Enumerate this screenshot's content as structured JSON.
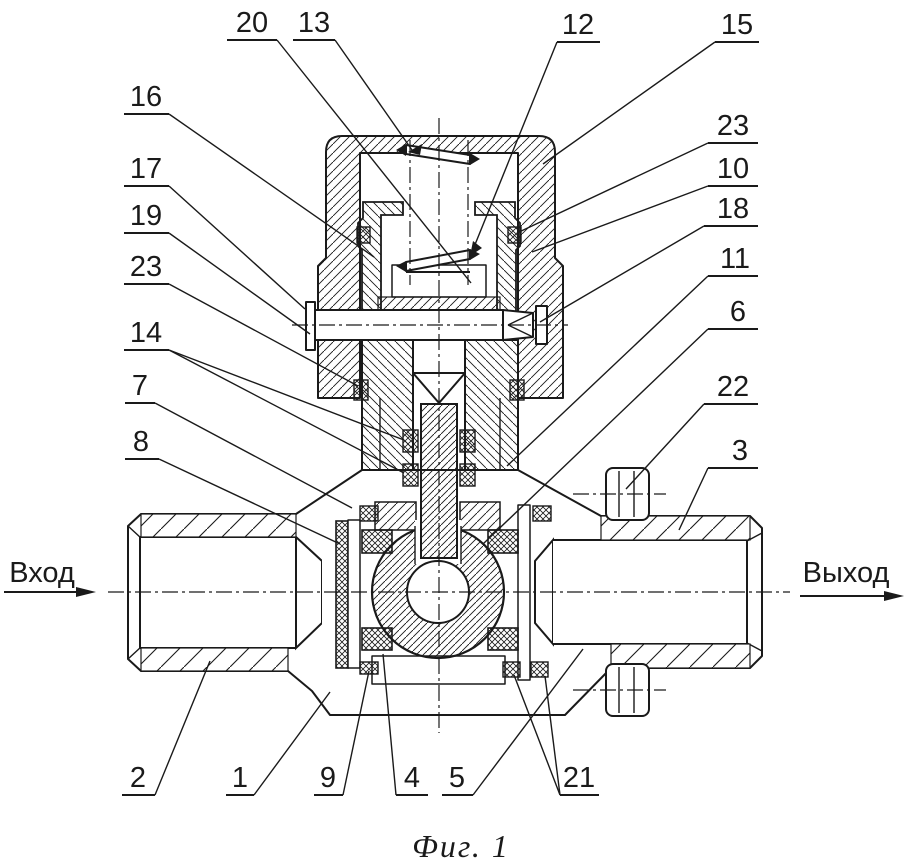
{
  "figure": {
    "caption": "Фиг. 1",
    "inlet_label": "Вход",
    "outlet_label": "Выход"
  },
  "colors": {
    "ink": "#1a1a1a",
    "paper": "#ffffff"
  },
  "callouts": [
    {
      "n": "20"
    },
    {
      "n": "13"
    },
    {
      "n": "12"
    },
    {
      "n": "15"
    },
    {
      "n": "16"
    },
    {
      "n": "17"
    },
    {
      "n": "19"
    },
    {
      "n": "23"
    },
    {
      "n": "14"
    },
    {
      "n": "7"
    },
    {
      "n": "8"
    },
    {
      "n": "23"
    },
    {
      "n": "10"
    },
    {
      "n": "18"
    },
    {
      "n": "11"
    },
    {
      "n": "6"
    },
    {
      "n": "22"
    },
    {
      "n": "3"
    },
    {
      "n": "2"
    },
    {
      "n": "1"
    },
    {
      "n": "9"
    },
    {
      "n": "4"
    },
    {
      "n": "5"
    },
    {
      "n": "21"
    }
  ]
}
